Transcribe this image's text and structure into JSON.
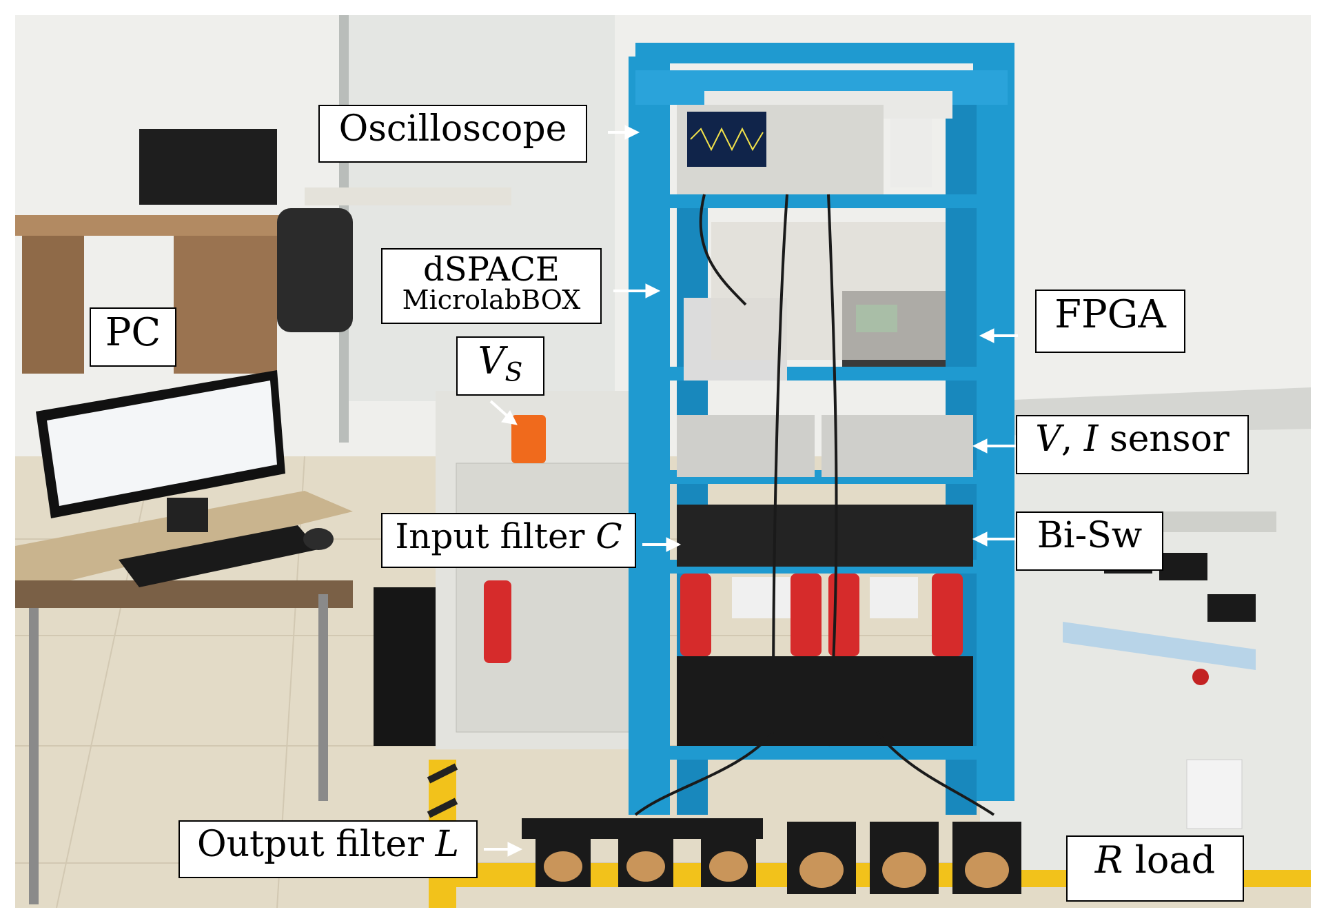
{
  "labels": {
    "oscilloscope": "Oscilloscope",
    "dspace_line1": "dSPACE",
    "dspace_line2": "MicrolabBOX",
    "pc": "PC",
    "vs_main": "V",
    "vs_sub": "S",
    "fpga": "FPGA",
    "vi_sensor_v": "V",
    "vi_sensor_sep": ",",
    "vi_sensor_i": "I",
    "vi_sensor_text": "sensor",
    "input_filter_text": "Input filter",
    "input_filter_var": "C",
    "bisw": "Bi-Sw",
    "output_filter_text": "Output filter",
    "output_filter_var": "L",
    "rload_var": "R",
    "rload_text": "load"
  },
  "colors": {
    "rack": "#1f9ad0",
    "wall": "#f2f2f0",
    "floor": "#e4dcc9",
    "cabinet": "#e6e6e2",
    "hazard_yellow": "#f2c21b",
    "desk": "#c8b08a"
  }
}
